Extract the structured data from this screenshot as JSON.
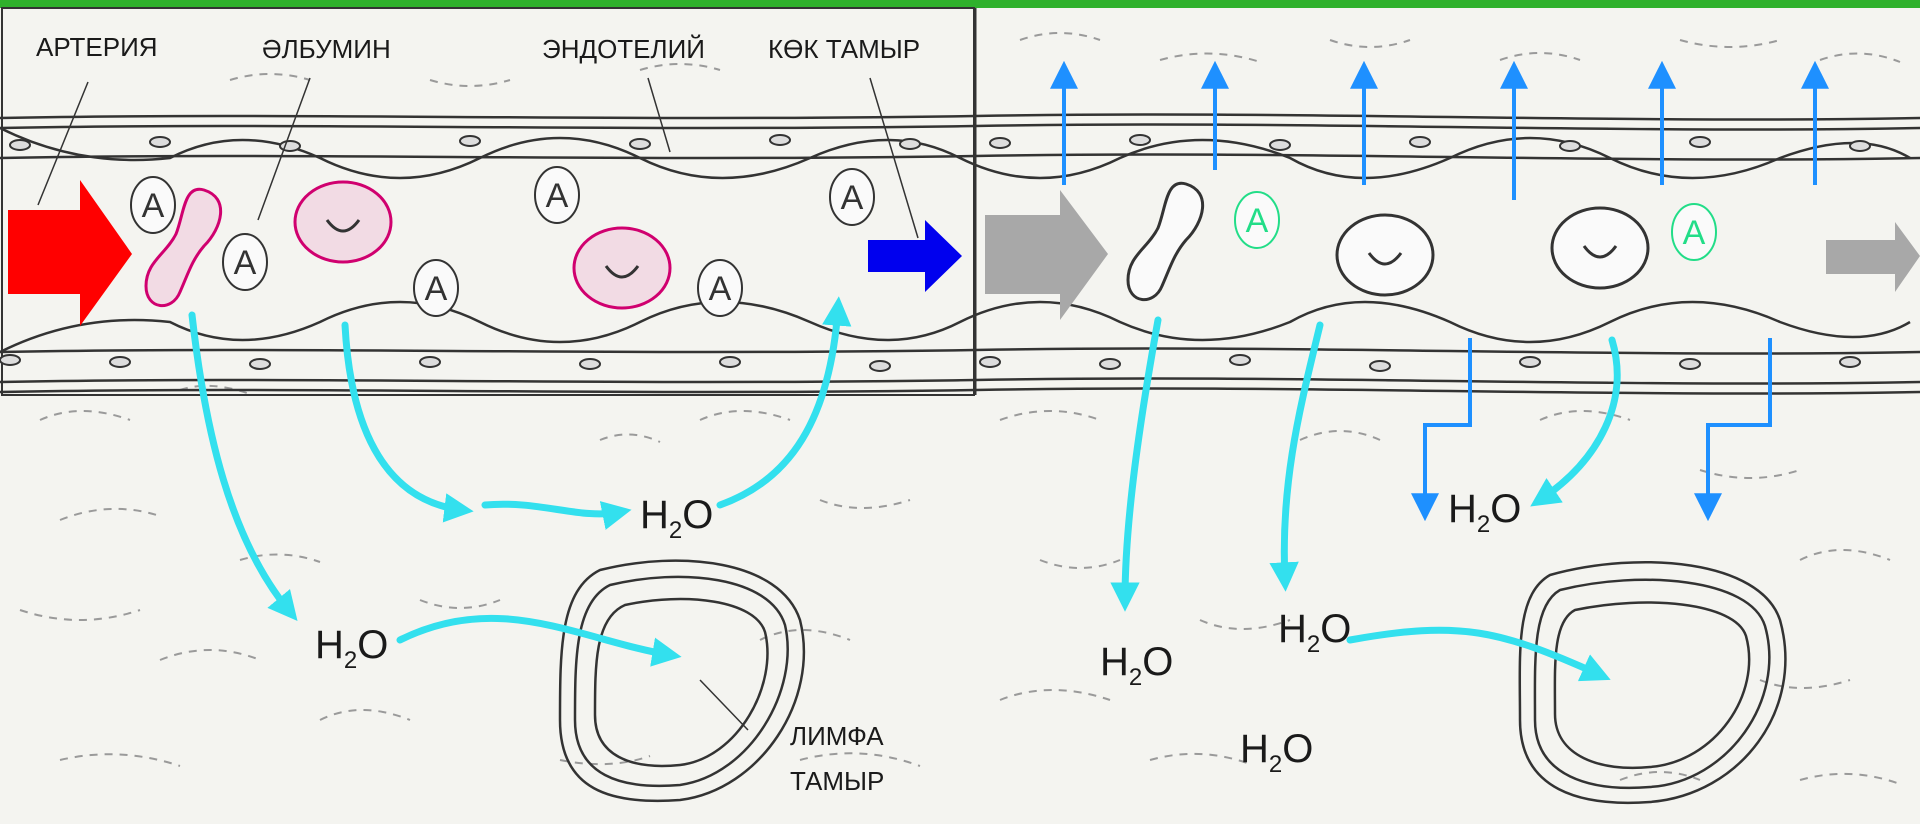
{
  "colors": {
    "top_border": "#2fb12c",
    "arterial_arrow": "#ff0000",
    "venous_arrow": "#0000ff",
    "grey_arrow": "#a8a8a8",
    "water_arrow": "#33e0ee",
    "pressure_arrow": "#1e90ff",
    "rbc_left": "#d0006f",
    "albumin_right": "#22dd88"
  },
  "labels": {
    "artery": "АРТЕРИЯ",
    "albumin": "ӘЛБУМИН",
    "endothelium": "ЭНДОТЕЛИЙ",
    "vein": "КӨК ТАМЫР",
    "lymph_line1": "ЛИМФА",
    "lymph_line2": "ТАМЫР"
  },
  "albumin_symbol": "A",
  "water": {
    "main": "H",
    "sub": "2",
    "tail": "O"
  },
  "panels": {
    "left": {
      "albumin_count": 6,
      "rbc_count": 3,
      "water_labels": 2
    },
    "right": {
      "albumin_count": 2,
      "rbc_count": 3,
      "water_labels": 4
    }
  }
}
